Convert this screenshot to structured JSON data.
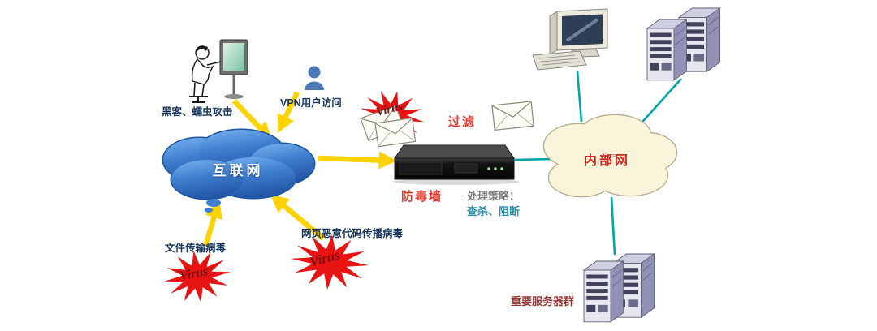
{
  "labels": {
    "hacker": "黑客、蠕虫攻击",
    "vpn_user": "VPN用户访问",
    "internet": "互联网",
    "filter": "过滤",
    "firewall": "防毒墙",
    "policy_heading": "处理策略：",
    "policy_actions": "查杀、阻断",
    "intranet": "内部网",
    "file_virus": "文件传输病毒",
    "web_virus": "网页恶意代码传播病毒",
    "server_group": "重要服务器群",
    "virus_badge": "Virus"
  },
  "colors": {
    "internet_cloud": "#3f7fd0",
    "intranet_cloud_fill": "#faf4da",
    "virus_star": "#e81313",
    "virus_text": "#7b1113",
    "arrow_yellow": "#ffd200",
    "link_teal": "#00a6a6",
    "label_navy": "#17375e",
    "alert_red": "#e03a2e",
    "policy_gray": "#7f7f7f",
    "policy_teal": "#2e8fa8",
    "server_group_maroon": "#943634",
    "intranet_text_red": "#cf2a20"
  },
  "connections": [
    {
      "from": "hacker",
      "to": "internet",
      "style": "yellow-arrow"
    },
    {
      "from": "vpn-user",
      "to": "internet",
      "style": "yellow-arrow"
    },
    {
      "from": "file-transfer-virus",
      "to": "internet",
      "style": "yellow-arrow"
    },
    {
      "from": "web-malicious-code-virus",
      "to": "internet",
      "style": "yellow-arrow"
    },
    {
      "from": "internet",
      "to": "firewall",
      "style": "yellow-arrow"
    },
    {
      "from": "firewall",
      "to": "intranet",
      "style": "teal-line"
    },
    {
      "from": "intranet",
      "to": "workstation",
      "style": "teal-line"
    },
    {
      "from": "intranet",
      "to": "server-rack-top",
      "style": "teal-line"
    },
    {
      "from": "intranet",
      "to": "important-server-group",
      "style": "teal-line"
    }
  ]
}
